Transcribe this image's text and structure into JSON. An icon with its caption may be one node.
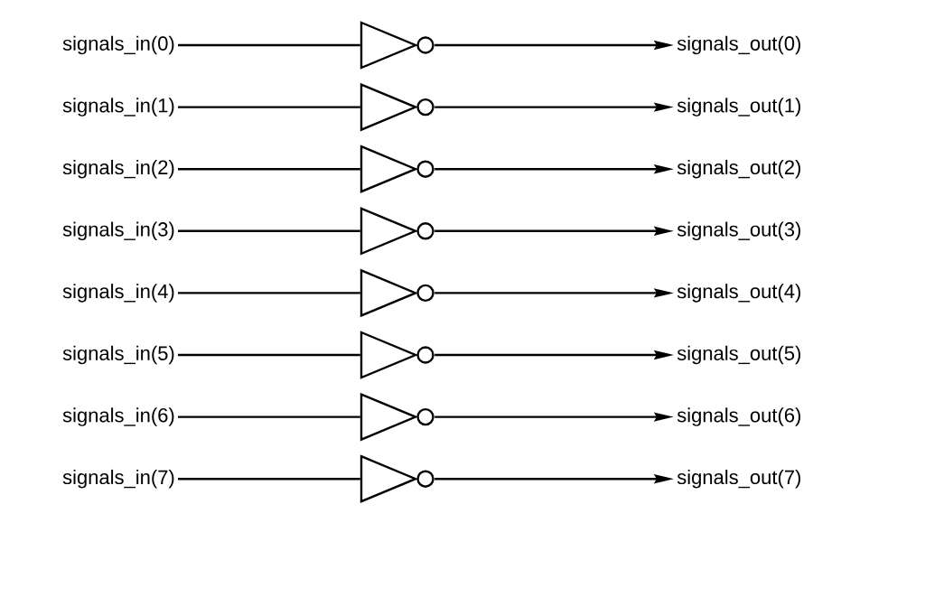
{
  "diagram": {
    "nodes": [
      {
        "text": [
          "signals_in(0)"
        ]
      },
      {
        "text": [],
        "shape": "triangle"
      },
      {
        "text": [
          "signals_out(0)"
        ]
      },
      {
        "text": [
          "signals_in(1)"
        ]
      },
      {
        "text": [],
        "shape": "triangle"
      },
      {
        "text": [
          "signals_out(1)"
        ]
      },
      {
        "text": [
          "signals_in(2)"
        ]
      },
      {
        "text": [],
        "shape": "triangle"
      },
      {
        "text": [
          "signals_out(2)"
        ]
      },
      {
        "text": [
          "signals_in(3)"
        ]
      },
      {
        "text": [],
        "shape": "triangle"
      },
      {
        "text": [
          "signals_out(3)"
        ]
      },
      {
        "text": [
          "signals_in(4)"
        ]
      },
      {
        "text": [],
        "shape": "triangle"
      },
      {
        "text": [
          "signals_out(4)"
        ]
      },
      {
        "text": [
          "signals_in(5)"
        ]
      },
      {
        "text": [],
        "shape": "triangle"
      },
      {
        "text": [
          "signals_out(5)"
        ]
      },
      {
        "text": [
          "signals_in(6)"
        ]
      },
      {
        "text": [],
        "shape": "triangle"
      },
      {
        "text": [
          "signals_out(6)"
        ]
      },
      {
        "text": [
          "signals_in(7)"
        ]
      },
      {
        "text": [],
        "shape": "triangle"
      },
      {
        "text": [
          "signals_out(7)"
        ]
      }
    ],
    "edges": [
      {
        "from": 0,
        "to": 1,
        "arrow": "none"
      },
      {
        "from": 1,
        "to": 2,
        "arrow": "to"
      },
      {
        "from": 3,
        "to": 4,
        "arrow": "none"
      },
      {
        "from": 4,
        "to": 5,
        "arrow": "to"
      },
      {
        "from": 6,
        "to": 7,
        "arrow": "none"
      },
      {
        "from": 7,
        "to": 8,
        "arrow": "to"
      },
      {
        "from": 9,
        "to": 10,
        "arrow": "none"
      },
      {
        "from": 10,
        "to": 11,
        "arrow": "to"
      },
      {
        "from": 12,
        "to": 13,
        "arrow": "none"
      },
      {
        "from": 13,
        "to": 14,
        "arrow": "to"
      },
      {
        "from": 15,
        "to": 16,
        "arrow": "none"
      },
      {
        "from": 16,
        "to": 17,
        "arrow": "to"
      },
      {
        "from": 18,
        "to": 19,
        "arrow": "none"
      },
      {
        "from": 19,
        "to": 20,
        "arrow": "to"
      },
      {
        "from": 21,
        "to": 22,
        "arrow": "none"
      },
      {
        "from": 22,
        "to": 23,
        "arrow": "to"
      }
    ]
  }
}
